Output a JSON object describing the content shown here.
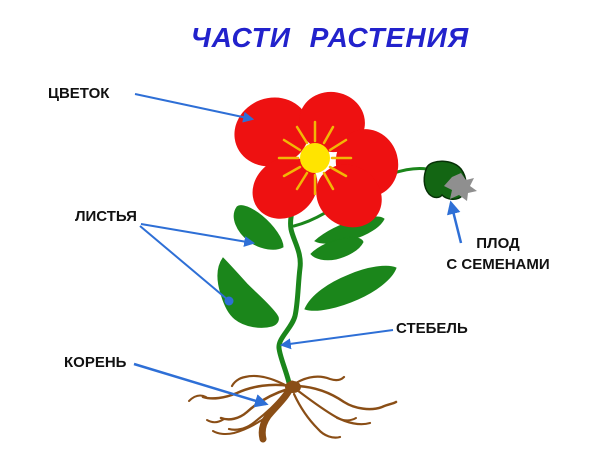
{
  "title": "ЧАСТИ РАСТЕНИЯ",
  "diagram": {
    "type": "labeled-plant-anatomy",
    "labels": {
      "flower": "ЦВЕТОК",
      "leaves": "ЛИСТЬЯ",
      "fruit_line1": "ПЛОД",
      "fruit_line2": "С СЕМЕНАМИ",
      "stem": "СТЕБЕЛЬ",
      "root": "КОРЕНЬ"
    }
  },
  "colors": {
    "title_blue": "#2222cc",
    "label_black": "#111111",
    "callout_blue": "#2e6fd6",
    "petal_red": "#ee1111",
    "flower_center_yellow": "#ffe400",
    "flower_ray_yellow": "#f2b705",
    "foliage_green": "#1b861b",
    "fruit_dark_green": "#136613",
    "seeds_gray": "#8f8f8f",
    "root_brown": "#8a4e16",
    "background": "#ffffff"
  }
}
